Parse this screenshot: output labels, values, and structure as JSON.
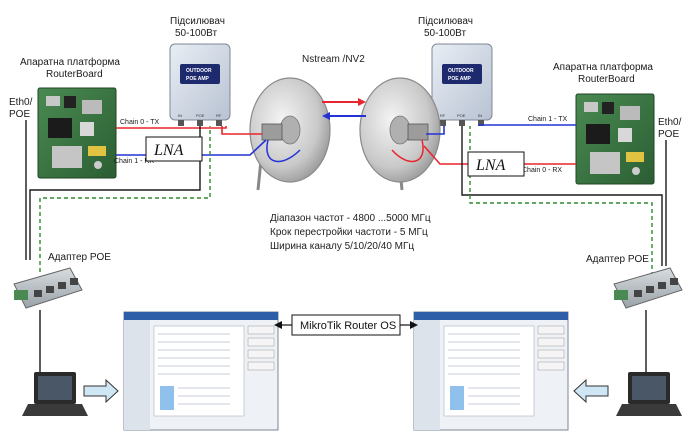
{
  "left": {
    "amp_title": "Підсилювач",
    "amp_power": "50-100Вт",
    "platform_title": "Апаратна платформа",
    "platform_name": "RouterBoard",
    "eth_port": "Eth0/",
    "eth_poe": "POE",
    "chain_tx": "Chain 0 - TX",
    "chain_rx": "Chain 1 - RX",
    "adapter": "Адаптер POE"
  },
  "right": {
    "amp_title": "Підсилювач",
    "amp_power": "50-100Вт",
    "platform_title": "Апаратна платформа",
    "platform_name": "RouterBoard",
    "eth_port": "Eth0/",
    "eth_poe": "POE",
    "chain_tx": "Chain 1 - TX",
    "chain_rx": "Chain 0 - RX",
    "adapter": "Адаптер POE"
  },
  "amp_device": {
    "line1": "OUTDOOR",
    "line2": "POE AMP",
    "ports_left": [
      "IN",
      "POE",
      "RF"
    ],
    "ports_right": [
      "RF",
      "POE",
      "IN"
    ]
  },
  "lna_label": "LNA",
  "link_label": "Nstream /NV2",
  "specs": [
    "Діапазон частот  - 4800 ...5000 МГц",
    "Крок  перестройки частоти  - 5 МГц",
    "Ширина каналу 5/10/20/40 МГц"
  ],
  "os_label": "MikroTik Router OS",
  "colors": {
    "tx_line": "#e8262e",
    "rx_line": "#2433d6",
    "cable": "#1a1a1a",
    "dashed": "#2e8b2e",
    "amp_body": "#cfd6e2",
    "board": "#2f6b3a",
    "arrow_fill": "#cfe6f5"
  }
}
